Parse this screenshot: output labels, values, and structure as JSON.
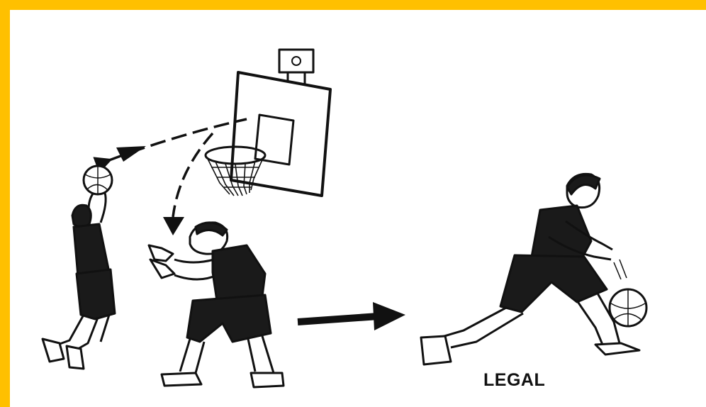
{
  "colors": {
    "frame": "#FFC000",
    "ink": "#111111",
    "background": "#ffffff"
  },
  "caption": {
    "label": "LEGAL"
  },
  "illustration": {
    "elements": [
      "basketball-hoop",
      "shooter-player",
      "rebounder-player",
      "dribbler-player",
      "shot-path-arrow",
      "rebound-path-arrow",
      "sequence-arrow"
    ]
  }
}
